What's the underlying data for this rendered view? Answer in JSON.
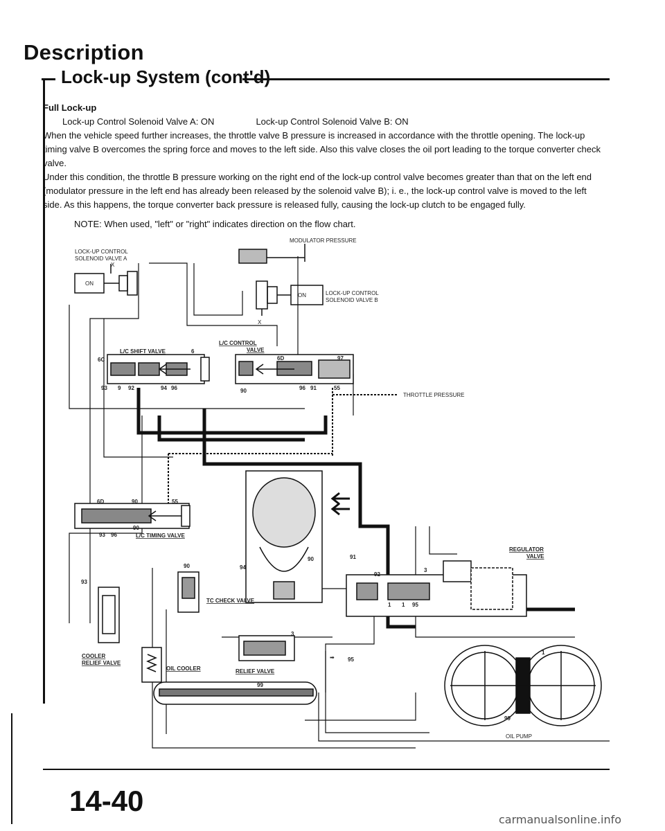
{
  "header": {
    "title": "Description",
    "subtitle": "Lock-up System (cont'd)"
  },
  "body": {
    "subheading": "Full Lock-up",
    "solenoid_a": "Lock-up Control Solenoid Valve A: ON",
    "solenoid_b": "Lock-up Control Solenoid Valve B: ON",
    "para1": "When the vehicle speed further increases, the throttle valve B pressure is increased in accordance with the throttle opening. The lock-up timing valve B overcomes the spring force and moves to the left side. Also this valve closes the oil port leading to the torque converter check valve.",
    "para2": "Under this condition, the throttle B pressure working on the right end of the lock-up control valve becomes greater than that on the left end (modulator pressure in the left end has already been released by the solenoid valve B); i. e., the lock-up control valve is moved to the left side. As this happens, the torque converter back pressure is released fully, causing the lock-up clutch to be engaged fully.",
    "note": "NOTE: When used, \"left\" or \"right\" indicates direction on the flow chart."
  },
  "diagram": {
    "labels": {
      "modulator_pressure": "MODULATOR PRESSURE",
      "solenoid_a_l1": "LOCK-UP CONTROL",
      "solenoid_a_l2": "SOLENOID VALVE A",
      "solenoid_b_l1": "LOCK-UP CONTROL",
      "solenoid_b_l2": "SOLENOID VALVE B",
      "on_a": "ON",
      "on_b": "ON",
      "throttle_pressure": "THROTTLE PRESSURE",
      "lc_shift_valve": "L/C SHIFT VALVE",
      "lc_control_valve_1": "L/C CONTROL",
      "lc_control_valve_2": "VALVE",
      "lc_timing_valve": "L/C TIMING VALVE",
      "tc_check_valve": "TC CHECK VALVE",
      "regulator_valve_1": "REGULATOR",
      "regulator_valve_2": "VALVE",
      "cooler_relief_1": "COOLER",
      "cooler_relief_2": "RELIEF VALVE",
      "oil_cooler": "OIL COOLER",
      "relief_valve": "RELIEF VALVE",
      "oil_pump": "OIL PUMP",
      "x": "X"
    },
    "ports": [
      "6C",
      "93",
      "9",
      "92",
      "94",
      "96",
      "6",
      "6D",
      "97",
      "90",
      "96",
      "91",
      "55",
      "6D",
      "90",
      "55",
      "93",
      "96",
      "90",
      "90",
      "94",
      "90",
      "91",
      "92",
      "3",
      "1",
      "1",
      "95",
      "93",
      "3",
      "95",
      "99",
      "1",
      "99"
    ]
  },
  "footer": {
    "page_number": "14-40",
    "watermark": "carmanualsonline.info"
  }
}
